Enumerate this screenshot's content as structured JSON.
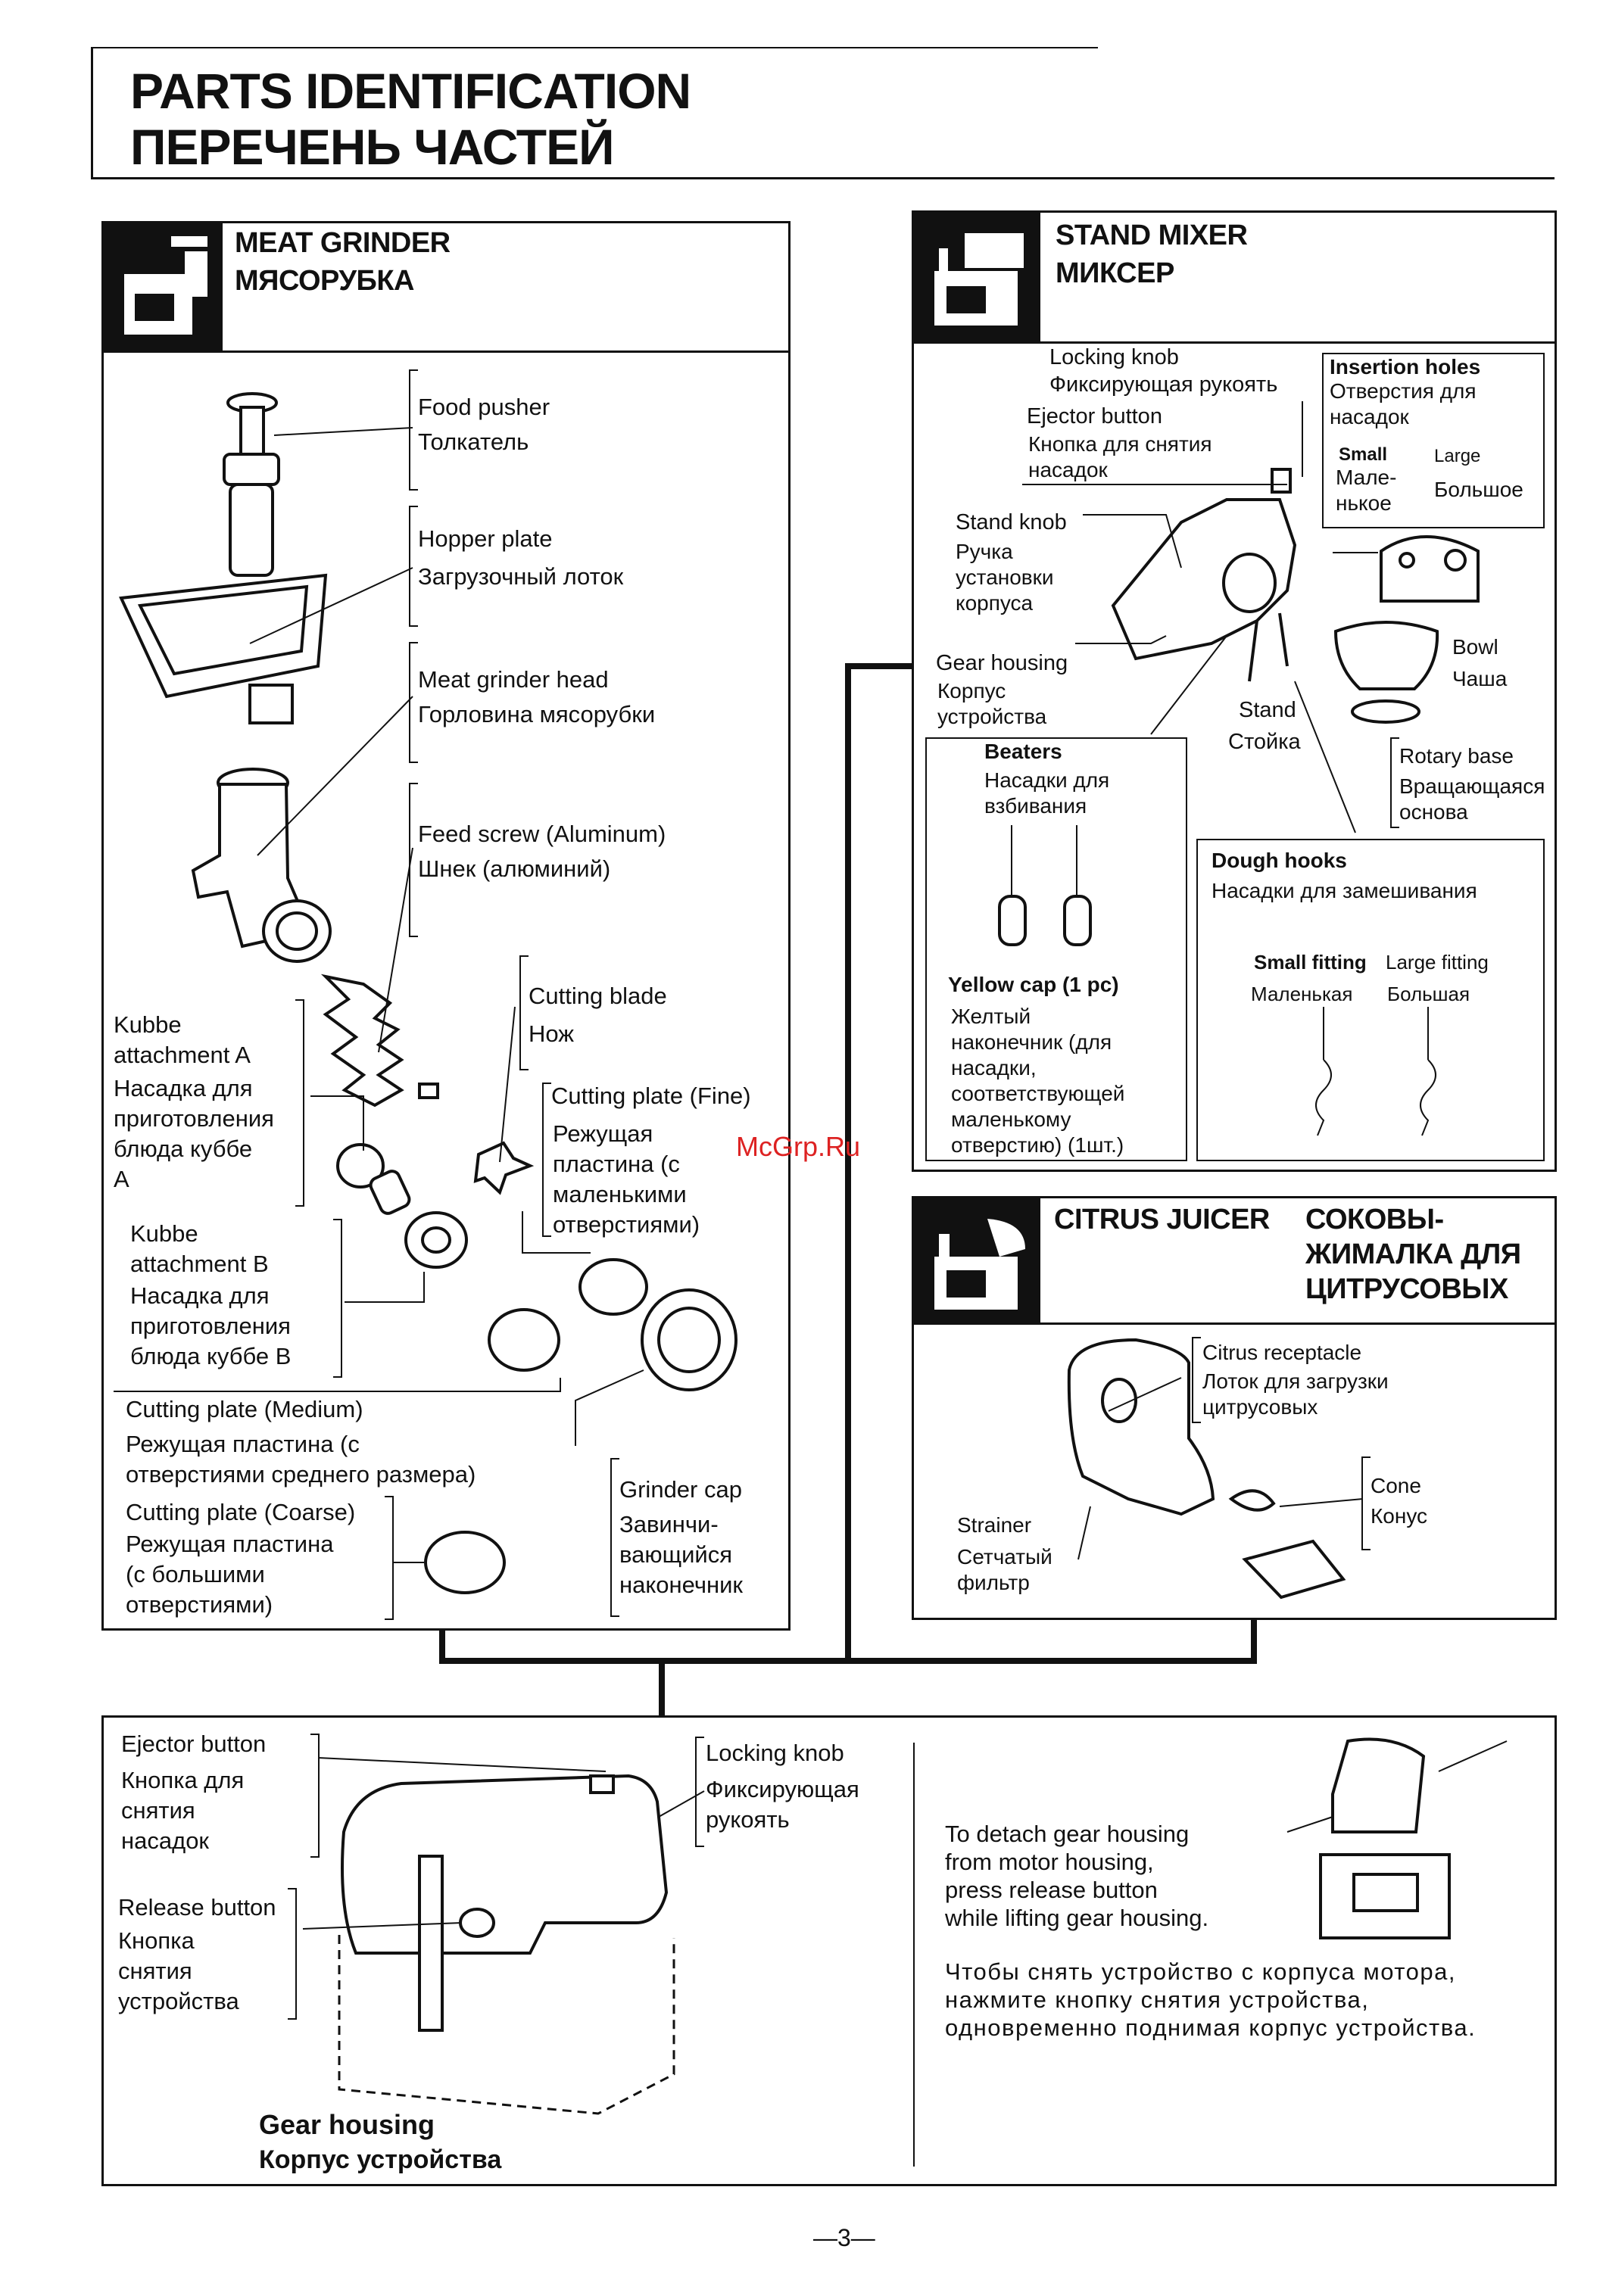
{
  "page": {
    "title_en": "PARTS IDENTIFICATION",
    "title_ru": "ПЕРЕЧЕНЬ ЧАСТЕЙ",
    "page_number": "—3—",
    "watermark": "McGrp.Ru"
  },
  "meat_grinder": {
    "title_en": "MEAT GRINDER",
    "title_ru": "МЯСОРУБКА",
    "parts": {
      "food_pusher": {
        "en": "Food pusher",
        "ru": "Толкатель"
      },
      "hopper_plate": {
        "en": "Hopper plate",
        "ru": "Загрузочный лоток"
      },
      "grinder_head": {
        "en": "Meat grinder head",
        "ru": "Горловина мясорубки"
      },
      "feed_screw": {
        "en": "Feed screw (Aluminum)",
        "ru": "Шнек (алюминий)"
      },
      "cutting_blade": {
        "en": "Cutting blade",
        "ru": "Нож"
      },
      "kubbe_a": {
        "en": "Kubbe\nattachment A",
        "ru": "Насадка для\nприготовления\nблюда куббе\nA"
      },
      "plate_fine": {
        "en": "Cutting plate (Fine)",
        "ru": "Режущая\nпластина (с\nмаленькими\nотверстиями)"
      },
      "kubbe_b": {
        "en": "Kubbe\nattachment B",
        "ru": "Насадка для\nприготовления\nблюда куббе В"
      },
      "plate_medium": {
        "en": "Cutting plate (Medium)",
        "ru": "Режущая пластина (с\nотверстиями среднего размера)"
      },
      "plate_coarse": {
        "en": "Cutting plate (Coarse)",
        "ru": "Режущая пластина\n(с большими\nотверстиями)"
      },
      "grinder_cap": {
        "en": "Grinder cap",
        "ru": "Завинчи-\nвающийся\nнаконечник"
      }
    }
  },
  "stand_mixer": {
    "title_en": "STAND MIXER",
    "title_ru": "МИКСЕР",
    "parts": {
      "locking_knob": {
        "en": "Locking knob",
        "ru": "Фиксирующая рукоять"
      },
      "ejector_button": {
        "en": "Ejector button",
        "ru": "Кнопка для снятия\nнасадок"
      },
      "insertion_holes": {
        "en": "Insertion holes",
        "ru": "Отверстия для\nнасадок"
      },
      "small": {
        "en": "Small",
        "ru": "Мале-\nнькое"
      },
      "large": {
        "en": "Large",
        "ru": "Большое"
      },
      "stand_knob": {
        "en": "Stand knob",
        "ru": "Ручка\nустановки\nкорпуса"
      },
      "gear_housing": {
        "en": "Gear housing",
        "ru": "Корпус\nустройства"
      },
      "stand": {
        "en": "Stand",
        "ru": "Стойка"
      },
      "bowl": {
        "en": "Bowl",
        "ru": "Чаша"
      },
      "rotary_base": {
        "en": "Rotary base",
        "ru": "Вращающаяся\nоснова"
      },
      "beaters": {
        "en": "Beaters",
        "ru": "Насадки для\nвзбивания"
      },
      "yellow_cap": {
        "en": "Yellow cap (1 pc)",
        "ru": "Желтый\nнаконечник (для\nнасадки,\nсоответствующей\nмаленькому\nотверстию) (1шт.)"
      },
      "dough_hooks": {
        "en": "Dough hooks",
        "ru": "Насадки для замешивания"
      },
      "small_fitting": {
        "en": "Small fitting",
        "ru": "Маленькая"
      },
      "large_fitting": {
        "en": "Large fitting",
        "ru": "Большая"
      }
    }
  },
  "citrus_juicer": {
    "title_en": "CITRUS JUICER",
    "title_ru": "СОКОВЫ-\nЖИМАЛКА ДЛЯ\nЦИТРУСОВЫХ",
    "parts": {
      "receptacle": {
        "en": "Citrus receptacle",
        "ru": "Лоток для загрузки\nцитрусовых"
      },
      "cone": {
        "en": "Cone",
        "ru": "Конус"
      },
      "strainer": {
        "en": "Strainer",
        "ru": "Сетчатый\nфильтр"
      }
    }
  },
  "bottom": {
    "ejector_button": {
      "en": "Ejector button",
      "ru": "Кнопка для\nснятия\nнасадок"
    },
    "locking_knob": {
      "en": "Locking knob",
      "ru": "Фиксирующая\nрукоять"
    },
    "release_button": {
      "en": "Release button",
      "ru": "Кнопка\nснятия\nустройства"
    },
    "gear_housing": {
      "en": "Gear housing",
      "ru": "Корпус устройства"
    },
    "instruction_en": "To detach gear housing\nfrom motor housing,\npress release button\nwhile lifting gear housing.",
    "instruction_ru": "Чтобы снять устройство с корпуса мотора,\nнажмите кнопку снятия устройства,\nодновременно поднимая корпус устройства."
  }
}
